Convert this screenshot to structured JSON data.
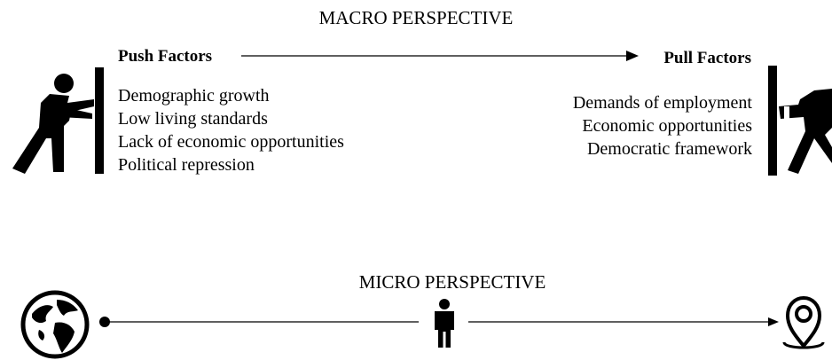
{
  "macro": {
    "title": "MACRO PERSPECTIVE",
    "push": {
      "heading": "Push Factors",
      "icon": "person-pushing-icon",
      "items": [
        "Demographic growth",
        "Low living standards",
        "Lack of economic opportunities",
        "Political repression"
      ]
    },
    "pull": {
      "heading": "Pull Factors",
      "icon": "person-pulling-icon",
      "items": [
        "Demands of employment",
        "Economic opportunities",
        "Democratic framework"
      ]
    }
  },
  "micro": {
    "title": "MICRO PERSPECTIVE",
    "origin_icon": "globe-icon",
    "person_icon": "person-icon",
    "destination_icon": "location-pin-icon"
  },
  "colors": {
    "ink": "#000000",
    "background": "#ffffff"
  }
}
